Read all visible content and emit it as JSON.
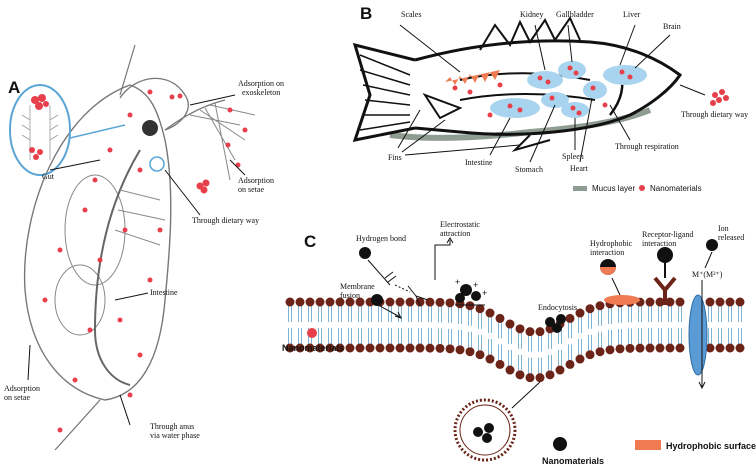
{
  "panel_a": {
    "letter": "A",
    "labels": {
      "gut": "Gut",
      "adsorption_exoskeleton_1": "Adsorption on",
      "adsorption_exoskeleton_2": "exoskeleton",
      "adsorption_setae_right_1": "Adsorption",
      "adsorption_setae_right_2": "on setae",
      "dietary_way": "Through dietary way",
      "intestine": "Intestine",
      "adsorption_setae_left_1": "Adsorption",
      "adsorption_setae_left_2": "on setae",
      "anus_1": "Through anus",
      "anus_2": "via water phase"
    }
  },
  "panel_b": {
    "letter": "B",
    "labels": {
      "scales": "Scales",
      "kidney": "Kidney",
      "gallbladder": "Gallbladder",
      "liver": "Liver",
      "brain": "Brain",
      "fins": "Fins",
      "intestine": "Intestine",
      "stomach": "Stomach",
      "spleen": "Spleen",
      "heart": "Heart",
      "respiration": "Through respiration",
      "dietary_way": "Through dietary way"
    },
    "legend": {
      "mucus_layer": "Mucus layer",
      "nanomaterials": "Nanomaterials"
    },
    "colors": {
      "mucus": "#8f9c92",
      "nano": "#e8404a",
      "organ": "#a9d4ef",
      "scales": "#f07b53"
    }
  },
  "panel_c": {
    "letter": "C",
    "labels": {
      "hydrogen_bond": "Hydrogen bond",
      "electrostatic_1": "Electrostatic",
      "electrostatic_2": "attraction",
      "hydrophobic_1": "Hydrophobic",
      "hydrophobic_2": "interaction",
      "receptor_1": "Receptor-ligand",
      "receptor_2": "interaction",
      "ion_1": "Ion",
      "ion_2": "released",
      "membrane_1": "Membrane",
      "membrane_2": "fusion",
      "endocytosis": "Endocytosis",
      "ion_formula": "M⁺(M²⁺)"
    },
    "legend": {
      "nanomaterials_red": "Nanomaterials",
      "nanomaterials_black": "Nanomaterials",
      "hydrophobic_surface": "Hydrophobic surface"
    },
    "colors": {
      "head": "#6b2417",
      "tail": "#7fb3d6",
      "hydrophobic": "#f07b53",
      "nano_black": "#111111",
      "channel": "#5b9bd5"
    }
  }
}
